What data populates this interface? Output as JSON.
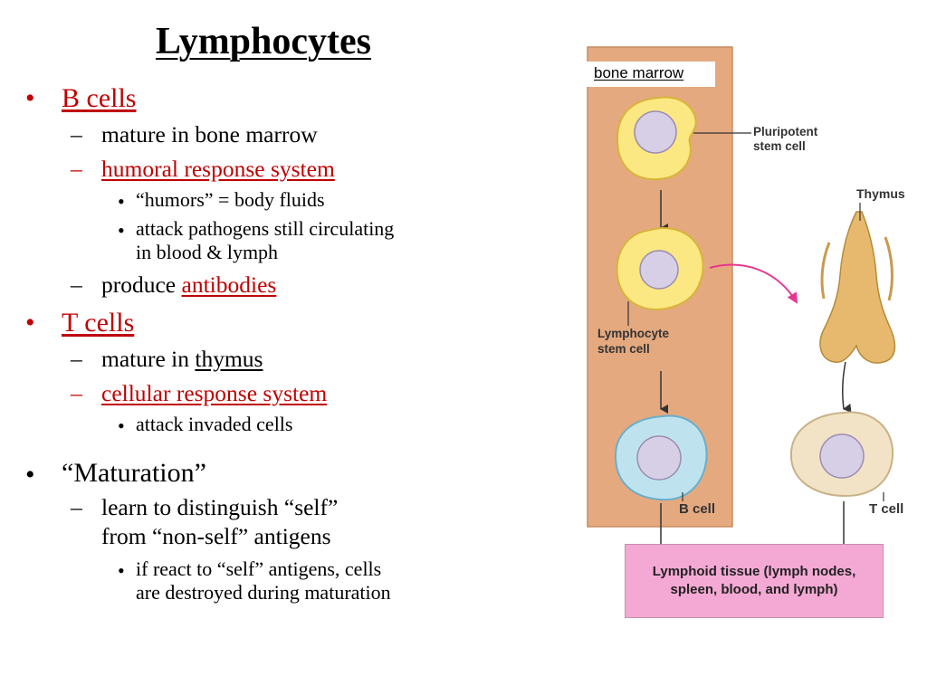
{
  "slide": {
    "title": "Lymphocytes",
    "bullets": {
      "b_cells": {
        "bullet": "•",
        "label": "B cells",
        "items": [
          {
            "dash": "–",
            "text": "mature in bone marrow"
          },
          {
            "dash": "–",
            "text": "humoral response system",
            "subitems": [
              {
                "dot": "•",
                "open_quote": "“",
                "word": "humors",
                "close_quote": "”",
                "rest": " = body fluids"
              },
              {
                "dot": "•",
                "line1": "attack pathogens still circulating",
                "line2": "in blood & lymph"
              }
            ]
          },
          {
            "dash": "–",
            "prefix": "produce ",
            "link": "antibodies"
          }
        ]
      },
      "t_cells": {
        "bullet": "•",
        "label": "T cells",
        "items": [
          {
            "dash": "–",
            "prefix": "mature in ",
            "link": "thymus"
          },
          {
            "dash": "–",
            "text": "cellular response system",
            "subitems": [
              {
                "dot": "•",
                "text": "attack invaded cells"
              }
            ]
          }
        ]
      },
      "maturation": {
        "bullet": "•",
        "open_quote": "“",
        "label": "Maturation",
        "close_quote": "”",
        "items": [
          {
            "dash": "–",
            "line1_pre": "learn to distinguish ",
            "q1o": "“",
            "w1": "self",
            "q1c": "”",
            "line2_pre": "from ",
            "q2o": "“",
            "w2": "non-self",
            "q2c": "”",
            "line2_post": " antigens",
            "subitems": [
              {
                "dot": "•",
                "line1_pre": "if react to ",
                "qo": "“",
                "w": "self",
                "qc": "”",
                "line1_post": " antigens, cells",
                "line2": "are destroyed during maturation"
              }
            ]
          }
        ]
      }
    }
  },
  "diagram": {
    "bone_marrow": "bone marrow",
    "pluripotent_line1": "Pluripotent",
    "pluripotent_line2": "stem cell",
    "thymus": "Thymus",
    "lymphocyte_line1": "Lymphocyte",
    "lymphocyte_line2": "stem cell",
    "b_cell": "B cell",
    "t_cell": "T cell",
    "lymphoid_line1": "Lymphoid tissue (lymph nodes,",
    "lymphoid_line2": "spleen, blood, and lymph)",
    "colors": {
      "bone_marrow_bg": "#e5a97f",
      "yellow_cell": "#fbe882",
      "blue_cell": "#bfe3ee",
      "t_cell": "#f2e3c6",
      "nucleus": "#d7cfe6",
      "thymus": "#e6b96e",
      "lymphoid_bg": "#f4a9d4",
      "pink_arrow": "#e8368f",
      "accent_red": "#c00000"
    }
  }
}
